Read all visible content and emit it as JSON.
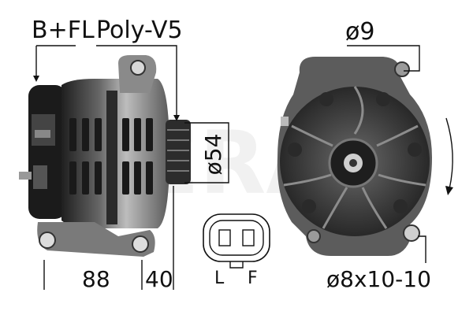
{
  "labels": {
    "terminal": "B+FL",
    "pulley": "Poly-V5",
    "pulley_diameter": "ø54",
    "housing_diameter": "ø9",
    "length_a": "88",
    "length_b": "40",
    "bolt_spec": "ø8x10-10",
    "connector_l": "L",
    "connector_f": "F"
  },
  "watermark": "ERA",
  "colors": {
    "metal_dark": "#2b2b2b",
    "metal_mid": "#6e6e6e",
    "metal_light": "#b8b8b8",
    "line": "#111111"
  }
}
